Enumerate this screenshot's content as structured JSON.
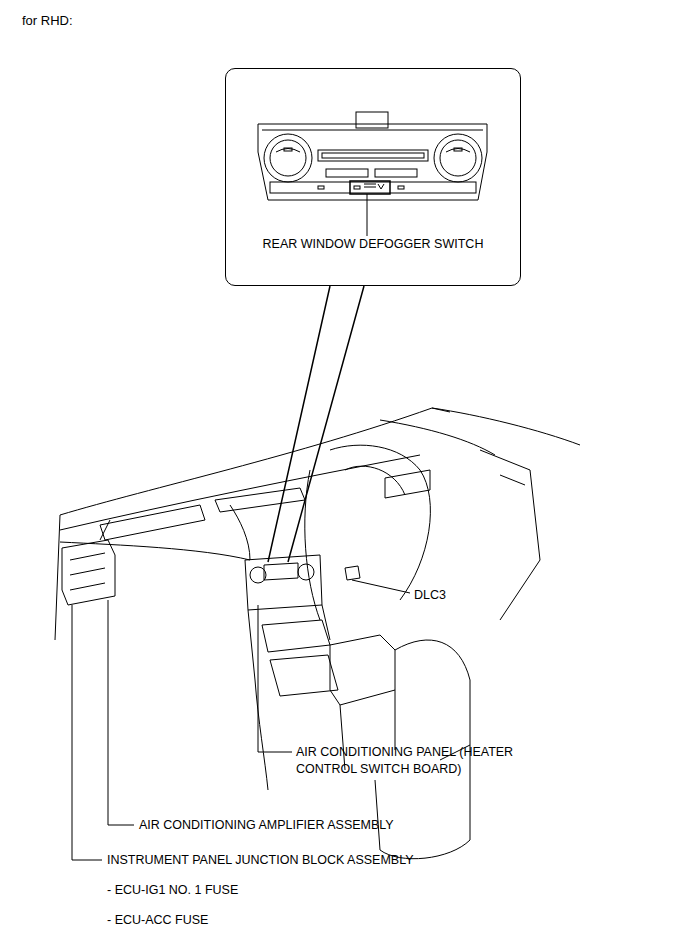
{
  "diagram": {
    "title": "for RHD:",
    "nodes": [
      {
        "text": [
          "REAR WINDOW DEFOGGER SWITCH"
        ]
      }
    ],
    "labels": [
      "DLC3",
      "AIR CONDITIONING PANEL (HEATER CONTROL SWITCH BOARD)",
      "AIR CONDITIONING AMPLIFIER ASSEMBLY",
      "INSTRUMENT PANEL JUNCTION BLOCK ASSEMBLY",
      "- ECU-IG1 NO. 1 FUSE",
      "- ECU-ACC FUSE"
    ]
  }
}
